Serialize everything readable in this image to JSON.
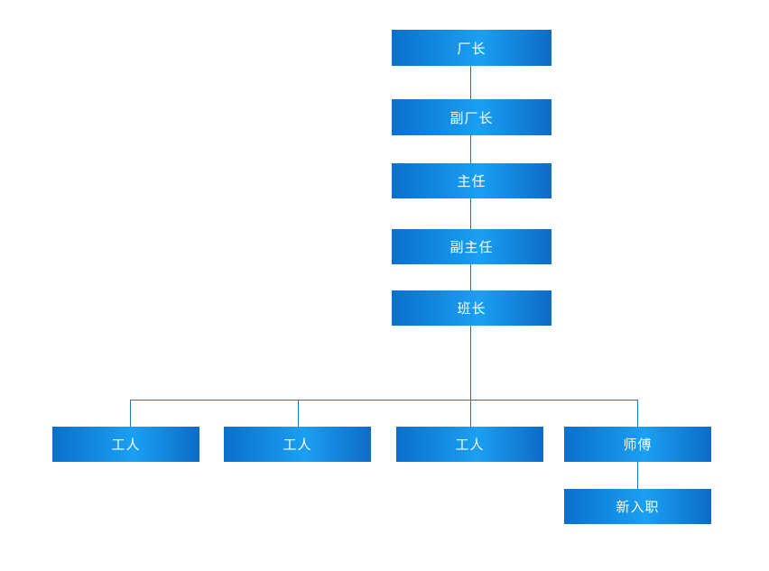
{
  "colors": {
    "node_dark": "#0a6fcd",
    "node_light": "#1aa0f2",
    "connector": "#1976c8",
    "text": "#ffffff",
    "background": "#ffffff"
  },
  "nodes": {
    "factory_director": "厂长",
    "deputy_factory_director": "副厂长",
    "director": "主任",
    "deputy_director": "副主任",
    "team_leader": "班长",
    "worker_1": "工人",
    "worker_2": "工人",
    "worker_3": "工人",
    "master": "师傅",
    "new_hire": "新入职"
  }
}
